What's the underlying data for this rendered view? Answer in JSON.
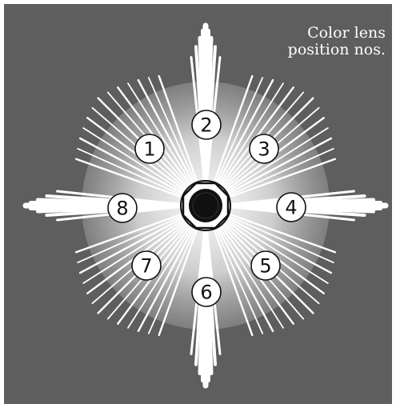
{
  "caption": {
    "line1": "Color lens",
    "line2": "position nos."
  },
  "positions": [
    "1",
    "2",
    "3",
    "4",
    "5",
    "6",
    "7",
    "8"
  ],
  "colors": {
    "background": "#5e5e5e",
    "rays": "#ffffff",
    "glow": "#d9d9d9",
    "center": "#111111"
  }
}
